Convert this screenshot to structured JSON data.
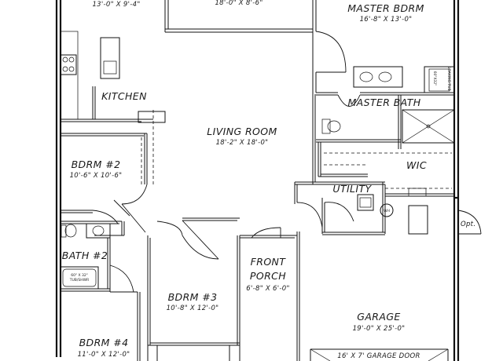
{
  "rooms": {
    "top_left_dim": "13'-0\" X 9'-4\"",
    "top_center_dim": "18'-0\" X 8'-6\"",
    "master_bdrm": {
      "label": "MASTER BDRM",
      "dim": "16'-8\" X 13'-0\""
    },
    "kitchen": {
      "label": "KITCHEN"
    },
    "living_room": {
      "label": "LIVING ROOM",
      "dim": "18'-2\" X 18'-0\""
    },
    "master_bath": {
      "label": "MASTER BATH"
    },
    "bdrm2": {
      "label": "BDRM #2",
      "dim": "10'-6\" X 10'-6\""
    },
    "wic": {
      "label": "WIC"
    },
    "utility": {
      "label": "UTILITY"
    },
    "bath2": {
      "label": "BATH #2"
    },
    "front_porch": {
      "label1": "FRONT",
      "label2": "PORCH",
      "dim": "6'-8\" X 6'-0\""
    },
    "bdrm3": {
      "label": "BDRM #3",
      "dim": "10'-8\" X 12'-0\""
    },
    "garage": {
      "label": "GARAGE",
      "dim": "19'-0\" X 25'-0\""
    },
    "bdrm4": {
      "label": "BDRM #4",
      "dim": "11'-0\" X 12'-0\""
    }
  },
  "annotations": {
    "opt": "Opt.",
    "garage_door": "16' X 7' GARAGE DOOR",
    "wh": "WH",
    "tub": "60\" X 32\"",
    "tub2": "TUB/SHWR",
    "soaking": "SOAKING TUB",
    "soaking_size": "60\"X32\""
  }
}
